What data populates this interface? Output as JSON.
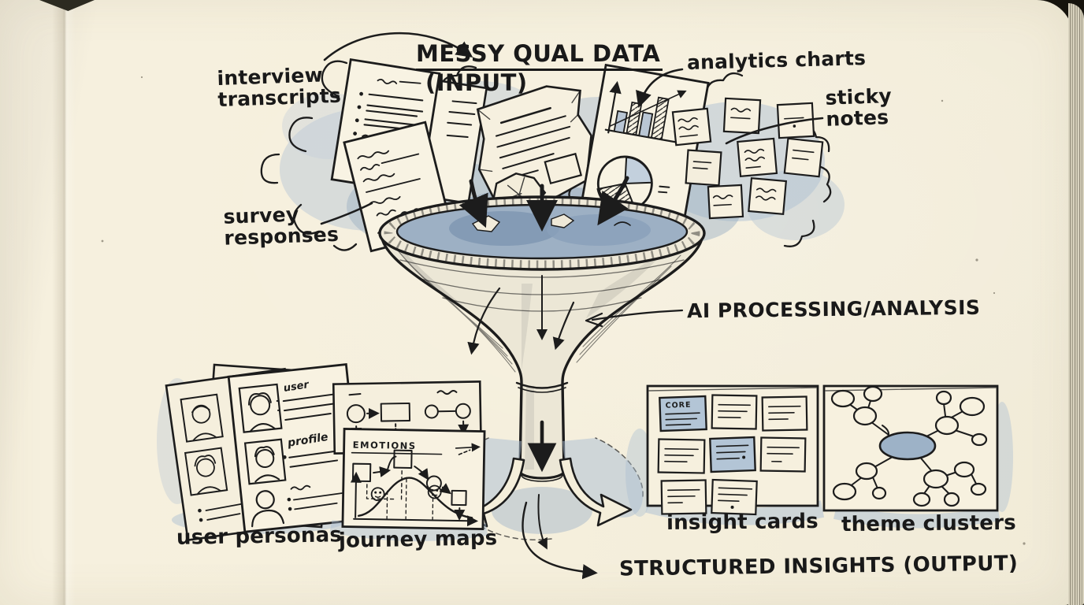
{
  "page": {
    "title": {
      "main": "MESSY QUAL DATA",
      "suffix": "(INPUT)"
    },
    "inputs": {
      "interview": "interview transcripts",
      "survey": "survey responses",
      "analytics": "analytics charts",
      "sticky": "sticky notes"
    },
    "process": {
      "ai": "AI PROCESSING/ANALYSIS"
    },
    "outputs": {
      "personas": "user personas",
      "journey": "journey maps",
      "insights": "insight cards",
      "themes": "theme clusters",
      "result": "STRUCTURED INSIGHTS (OUTPUT)"
    },
    "details": {
      "persona_word_top": "user",
      "persona_word_mid": "profile",
      "journey_word": "EMOTIONS",
      "insight_word": "CORE"
    },
    "colors": {
      "ink": "#1c1c1c",
      "wash_blue": "#a9bdd3",
      "paper": "#f4eeda"
    }
  }
}
